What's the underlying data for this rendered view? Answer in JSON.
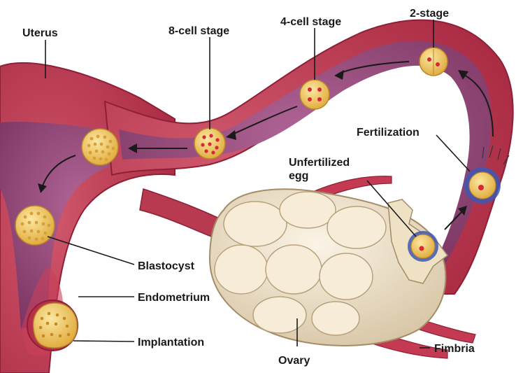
{
  "labels": {
    "uterus": "Uterus",
    "eight_cell": "8-cell stage",
    "four_cell": "4-cell stage",
    "two_stage": "2-stage",
    "fertilization": "Fertilization",
    "unfertilized_line1": "Unfertilized",
    "unfertilized_line2": "egg",
    "blastocyst": "Blastocyst",
    "endometrium": "Endometrium",
    "implantation": "Implantation",
    "ovary": "Ovary",
    "fimbria": "Fimbria"
  },
  "colors": {
    "tissue": "#b8304a",
    "tube_lumen": "#8a3f6e",
    "uterine_cavity": "#9d5387",
    "ovary": "#efe3cc",
    "embryo": "#f2cf5c",
    "nucleus": "#d8263a",
    "sperm": "#3e57b5"
  }
}
